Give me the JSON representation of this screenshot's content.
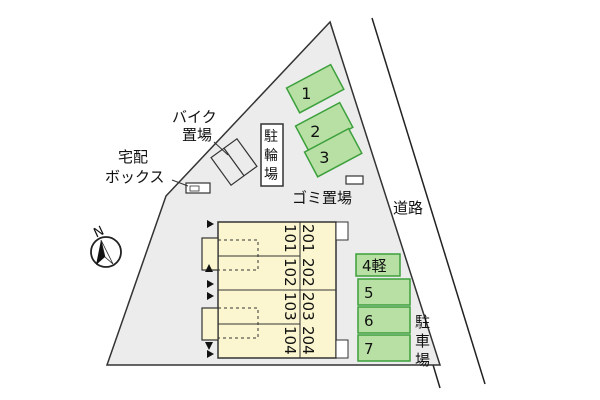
{
  "colors": {
    "lot": "#ececec",
    "parking_green": "#b8e0a4",
    "parking_border": "#3ca03c",
    "building": "#fbf6cf",
    "outline": "#333333"
  },
  "labels": {
    "bike_parking": [
      "バイク",
      "置場"
    ],
    "delivery_box": [
      "宅配",
      "ボックス"
    ],
    "bicycle_parking": [
      "駐",
      "輪",
      "場"
    ],
    "garbage": "ゴミ置場",
    "road": "道路",
    "car_parking": [
      "駐",
      "車",
      "場"
    ]
  },
  "compass": {
    "letter": "N"
  },
  "bicycle_slots": [
    "1",
    "2",
    "3"
  ],
  "car_slots": [
    "4軽",
    "5",
    "6",
    "7"
  ],
  "units": {
    "upper": [
      "201",
      "202",
      "203",
      "204"
    ],
    "lower": [
      "101",
      "102",
      "103",
      "104"
    ]
  }
}
